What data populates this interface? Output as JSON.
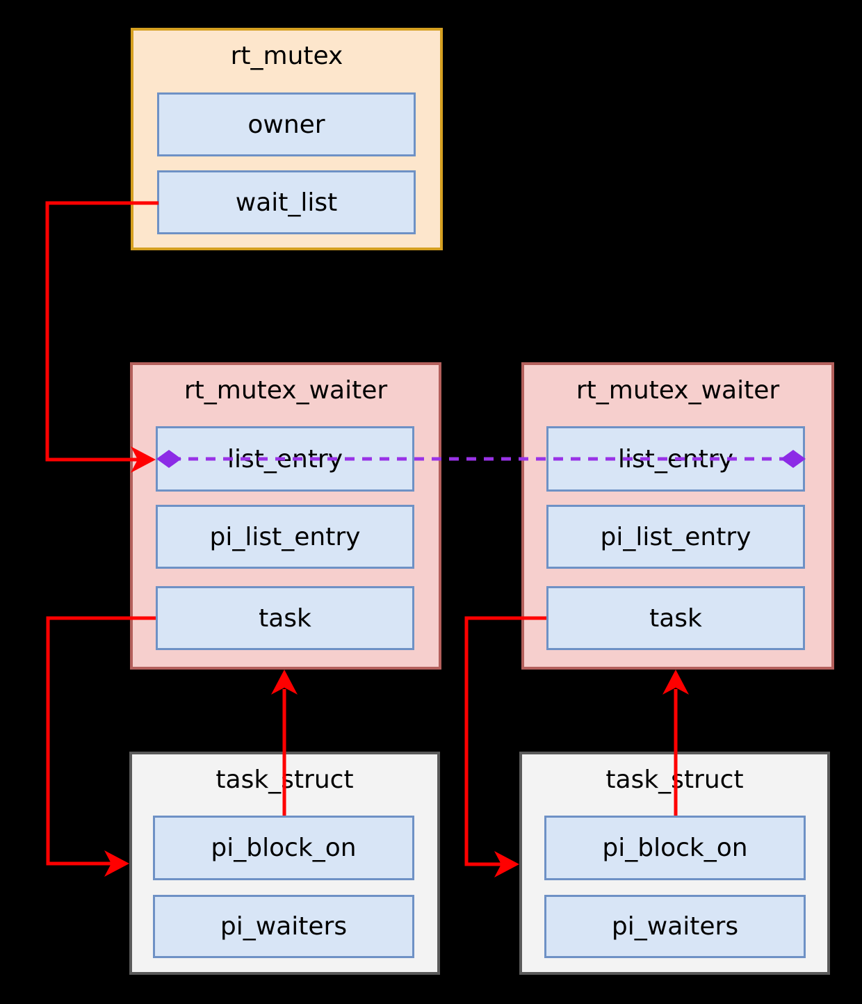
{
  "colors": {
    "background": "#000000",
    "text": "#000000",
    "red_arrow": "#FF0000",
    "purple_link": "#9933E6",
    "purple_diamond": "#8C2BE6",
    "rt_mutex_fill": "#FDE6CC",
    "rt_mutex_border": "#D5A021",
    "waiter_fill": "#F6CFCD",
    "waiter_border": "#B4605C",
    "task_struct_fill": "#F3F3F3",
    "task_struct_border": "#5A5A5A",
    "field_fill": "#D8E5F6",
    "field_border": "#6E91C5"
  },
  "icons": {
    "list_link_end": "diamond-icon",
    "pointer_head": "arrow-head-icon"
  },
  "nodes": {
    "rt_mutex": {
      "title": "rt_mutex",
      "fields": [
        "owner",
        "wait_list"
      ]
    },
    "waiter_left": {
      "title": "rt_mutex_waiter",
      "fields": [
        "list_entry",
        "pi_list_entry",
        "task"
      ]
    },
    "waiter_right": {
      "title": "rt_mutex_waiter",
      "fields": [
        "list_entry",
        "pi_list_entry",
        "task"
      ]
    },
    "task_struct_left": {
      "title": "task_struct",
      "fields": [
        "pi_block_on",
        "pi_waiters"
      ]
    },
    "task_struct_right": {
      "title": "task_struct",
      "fields": [
        "pi_block_on",
        "pi_waiters"
      ]
    }
  }
}
